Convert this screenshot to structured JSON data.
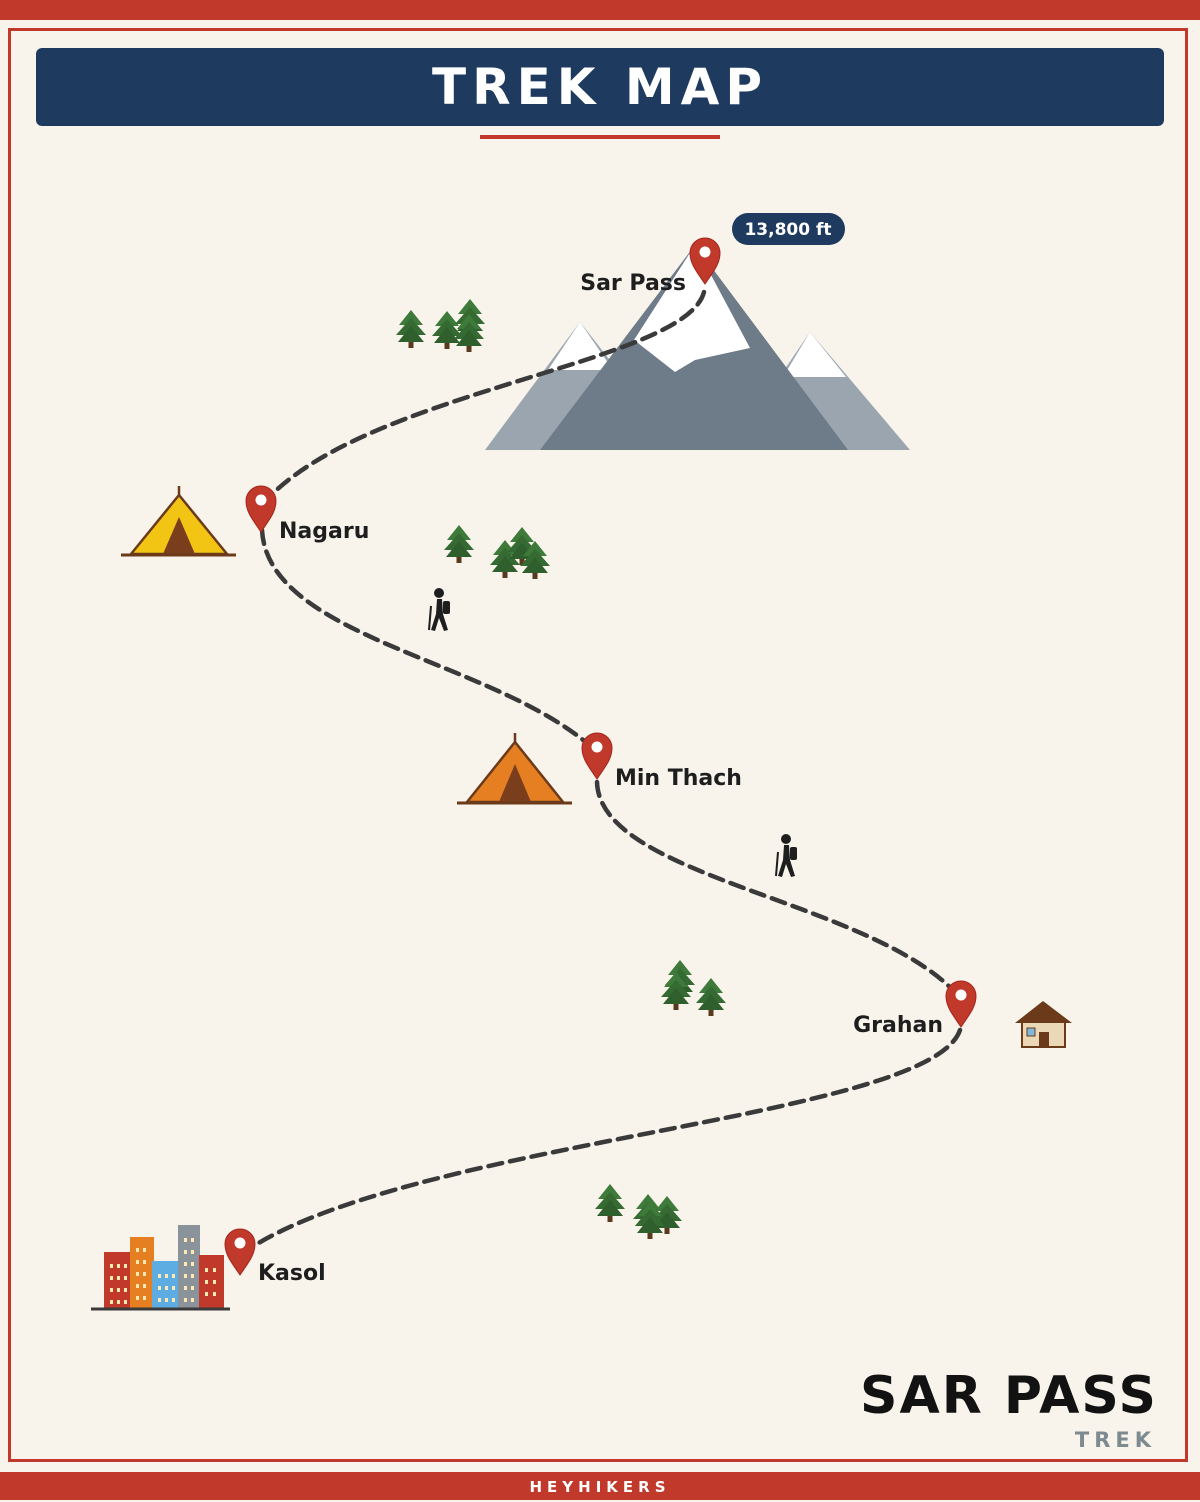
{
  "header": {
    "title": "TREK MAP"
  },
  "map": {
    "waypoints": [
      {
        "id": "sar-pass",
        "label": "Sar Pass"
      },
      {
        "id": "nagaru",
        "label": "Nagaru"
      },
      {
        "id": "min-thach",
        "label": "Min Thach"
      },
      {
        "id": "grahan",
        "label": "Grahan"
      },
      {
        "id": "kasol",
        "label": "Kasol"
      }
    ],
    "summit_altitude": "13,800 ft"
  },
  "brand": {
    "title": "SAR PASS",
    "subtitle": "TREK"
  },
  "footer": {
    "label": "HEYHIKERS"
  },
  "colors": {
    "accent_red": "#c0392b",
    "navy": "#1f3a5f",
    "background": "#f8f4ec",
    "trail": "#3a3a3a",
    "tree": "#3e7a3a"
  }
}
